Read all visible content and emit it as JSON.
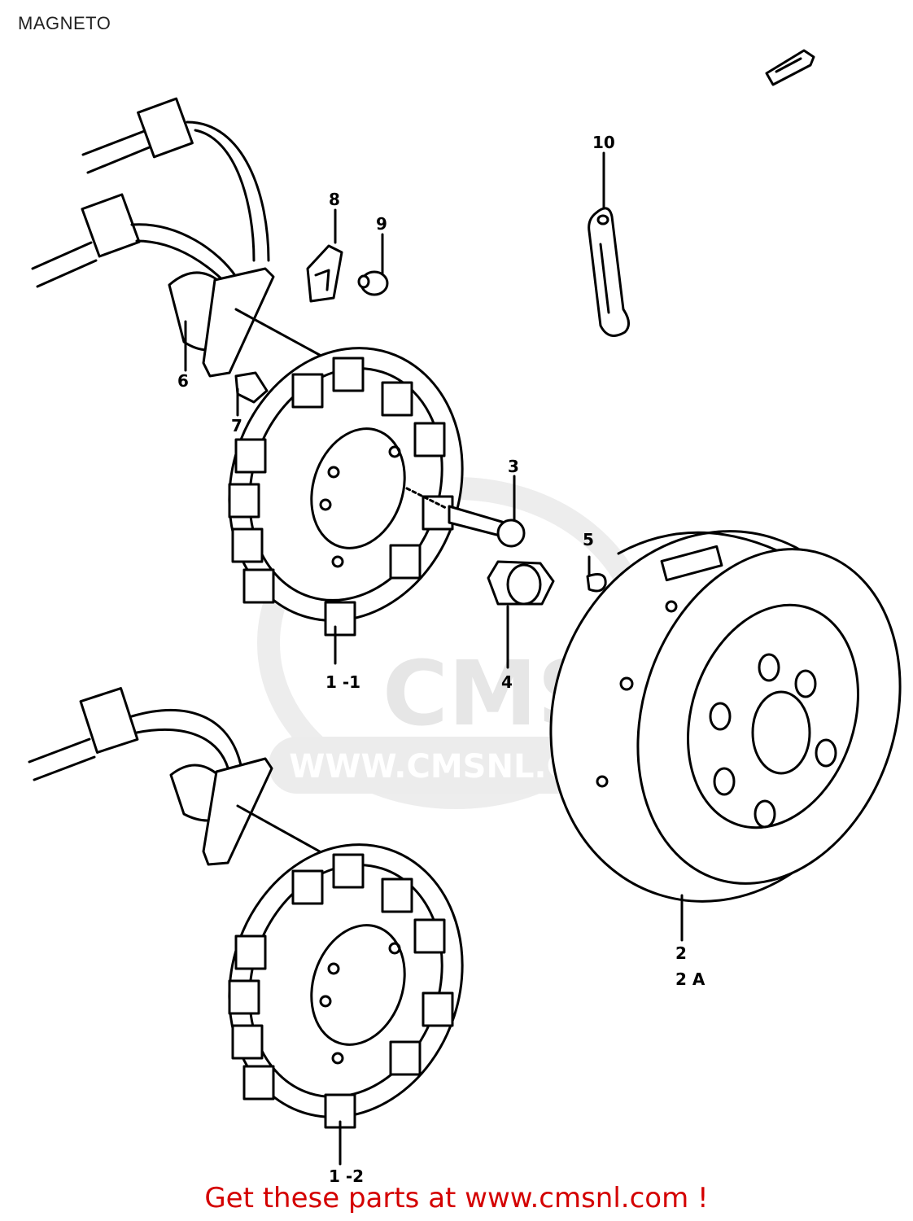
{
  "title": "MAGNETO",
  "footer": "Get these parts at www.cmsnl.com !",
  "watermark": {
    "logo": "CMS",
    "url": "WWW.CMSNL.COM"
  },
  "callouts": {
    "c1_1": "1 -1",
    "c1_2": "1 -2",
    "c2": "2",
    "c2a": "2 A",
    "c3": "3",
    "c4": "4",
    "c5": "5",
    "c6": "6",
    "c7": "7",
    "c8": "8",
    "c9": "9",
    "c10": "10"
  },
  "colors": {
    "footer": "#d40000",
    "ink": "#000000",
    "watermark": "#e6e6e6"
  }
}
